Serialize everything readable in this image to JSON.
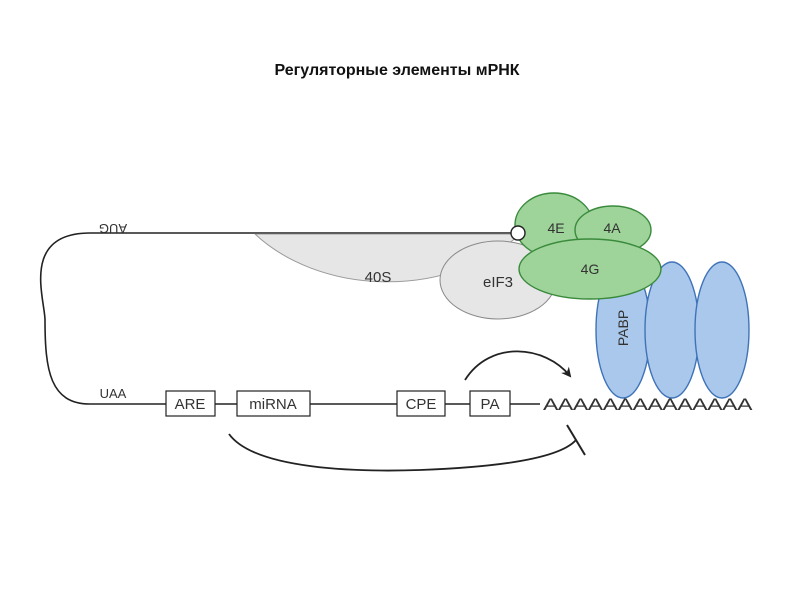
{
  "title": "Регуляторные элементы мРНК",
  "labels": {
    "start_codon": "AUG",
    "stop_codon": "UAA",
    "ribosome_40s": "40S",
    "eif3": "eIF3",
    "eif4e": "4E",
    "eif4a": "4A",
    "eif4g": "4G",
    "pabp": "PABP",
    "are": "ARE",
    "mirna": "miRNA",
    "cpe": "CPE",
    "pa": "PA",
    "polya": "AAAAAAAAAAAAAA"
  },
  "colors": {
    "green_fill": "#9ed39a",
    "green_stroke": "#3a8a3c",
    "blue_fill": "#a9c8ec",
    "blue_stroke": "#3f73b8",
    "gray_fill": "#e6e6e6",
    "gray_stroke": "#8a8a8a"
  }
}
